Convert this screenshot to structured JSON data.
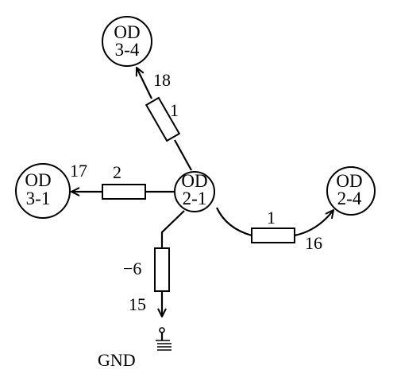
{
  "nodes": {
    "center": {
      "line1": "OD",
      "line2": "2-1"
    },
    "top": {
      "line1": "OD",
      "line2": "3-4"
    },
    "left": {
      "line1": "OD",
      "line2": "3-1"
    },
    "right": {
      "line1": "OD",
      "line2": "2-4"
    }
  },
  "edges": {
    "top": {
      "weight": "1",
      "id": "18"
    },
    "left": {
      "weight": "2",
      "id": "17"
    },
    "right": {
      "weight": "1",
      "id": "16"
    },
    "bottom": {
      "weight": "−6",
      "id": "15"
    }
  },
  "ground": {
    "label": "GND"
  }
}
